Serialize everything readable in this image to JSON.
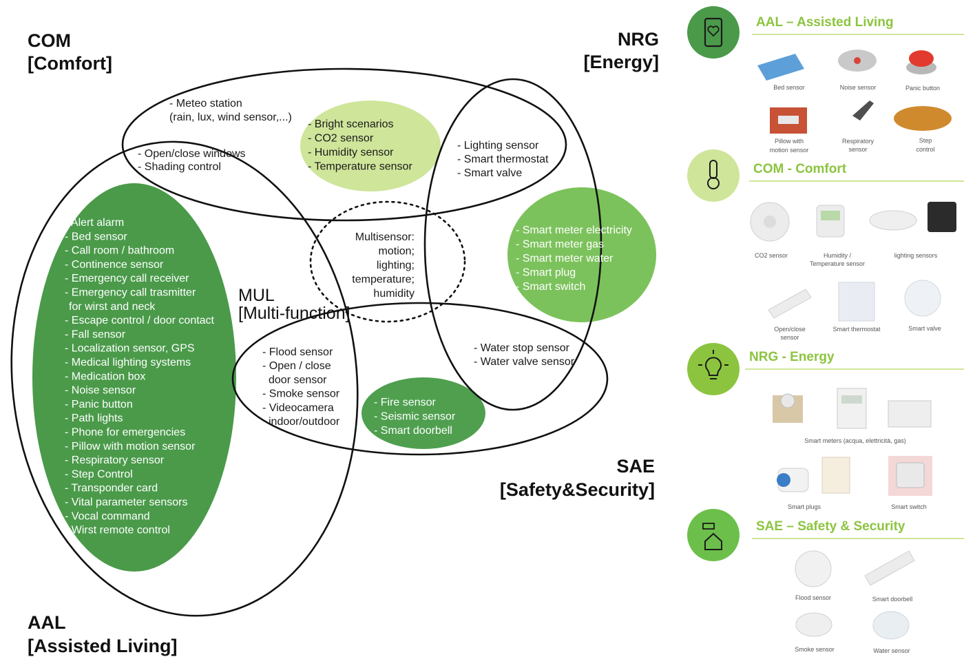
{
  "corners": {
    "com": [
      "COM",
      "[Comfort]"
    ],
    "nrg": [
      "NRG",
      "[Energy]"
    ],
    "aal": [
      "AAL",
      "[Assisted Living]"
    ],
    "sae": [
      "SAE",
      "[Safety&Security]"
    ],
    "mul": [
      "MUL",
      "[Multi-function]"
    ]
  },
  "groups": {
    "meteo": [
      "- Meteo station",
      "(rain, lux, wind sensor,...)"
    ],
    "windows": [
      "- Open/close windows",
      "- Shading control"
    ],
    "bright": [
      "- Bright scenarios",
      "- CO2 sensor",
      "- Humidity sensor",
      "- Temperature sensor"
    ],
    "lighting": [
      "- Lighting sensor",
      "- Smart thermostat",
      "- Smart valve"
    ],
    "meters": [
      "- Smart meter electricity",
      "- Smart meter gas",
      "- Smart meter water",
      "- Smart plug",
      "- Smart switch"
    ],
    "multisensor": [
      "Multisensor:",
      "motion;",
      "lighting;",
      "temperature;",
      "humidity"
    ],
    "aal_list": [
      "- Alert alarm",
      "- Bed sensor",
      "- Call room / bathroom",
      "- Continence sensor",
      "- Emergency call receiver",
      "- Emergency call trasmitter",
      "for wirst and neck",
      "- Escape control / door contact",
      "- Fall sensor",
      "- Localization sensor, GPS",
      "- Medical lighting systems",
      "- Medication box",
      "- Noise sensor",
      "- Panic button",
      "- Path lights",
      "- Phone for emergencies",
      "- Pillow with motion sensor",
      "- Respiratory sensor",
      "- Step Control",
      "- Transponder card",
      "- Vital parameter sensors",
      "- Vocal command",
      "- Wirst remote control"
    ],
    "flood": [
      "- Flood sensor",
      "- Open / close",
      "door sensor",
      "- Smoke sensor",
      "- Videocamera",
      "indoor/outdoor"
    ],
    "water": [
      "- Water stop sensor",
      "- Water valve sensor"
    ],
    "fire": [
      "- Fire sensor",
      "- Seismic sensor",
      "- Smart doorbell"
    ]
  },
  "panel": {
    "aal": {
      "title": "AAL – Assisted Living",
      "captions": [
        "Bed sensor",
        "Noise sensor",
        "Panic button",
        "Pillow with",
        "motion sensor",
        "Respiratory",
        "sensor",
        "Step",
        "control"
      ]
    },
    "com": {
      "title": "COM - Comfort",
      "captions": [
        "CO2 sensor",
        "Humidity /",
        "Temperature sensor",
        "lighting sensors",
        "Open/close",
        "sensor",
        "Smart thermostat",
        "Smart valve"
      ]
    },
    "nrg": {
      "title": "NRG - Energy",
      "captions": [
        "Smart meters (acqua, elettricità, gas)",
        "Smart plugs",
        "Smart switch"
      ]
    },
    "sae": {
      "title": "SAE – Safety & Security",
      "captions": [
        "Flood sensor",
        "Smart doorbell",
        "Smoke sensor",
        "Water sensor"
      ]
    }
  },
  "colors": {
    "dark_green": "#4a9a4a",
    "mid_green": "#7cc25c",
    "light_green": "#cfe59a",
    "icon_green": "#8cc43f"
  }
}
